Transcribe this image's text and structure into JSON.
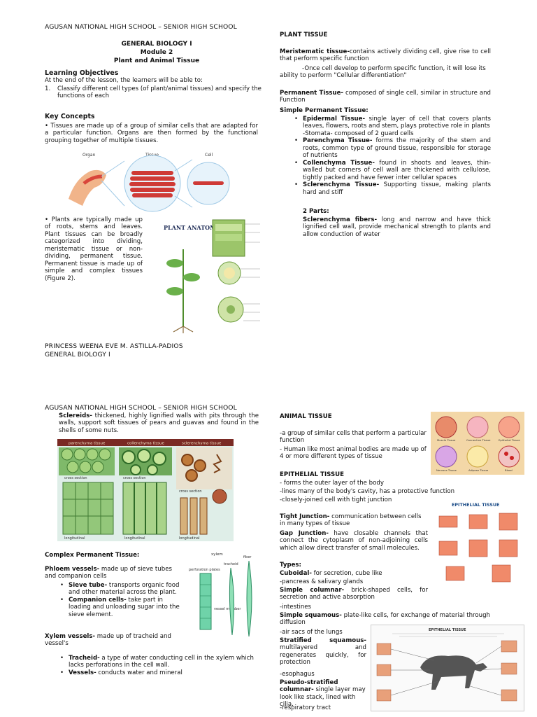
{
  "page1": {
    "school": "AGUSAN NATIONAL HIGH SCHOOL – SENIOR HIGH SCHOOL",
    "title1": "GENERAL BIOLOGY I",
    "title2": "Module 2",
    "title3": "Plant and Animal Tissue",
    "lo_heading": "Learning Objectives",
    "lo_intro": "At the end of the lesson, the learners will be able to:",
    "lo_item_num": "1.",
    "lo_item": "Classify different cell types (of plant/animal tissues) and specify the functions of each",
    "kc_heading": "Key Concepts",
    "kc_p1": "• Tissues are made up of a group of similar cells that are adapted for a particular function. Organs are then formed by the functional grouping together of multiple tissues.",
    "fig1_labels": [
      "Organ",
      "Tissue",
      "Cell"
    ],
    "kc_p2": "• Plants are typically made up of roots, stems and leaves. Plant tissues can be broadly categorized into dividing, meristematic tissue or non-dividing, permanent tissue. Permanent tissue is made up of simple and complex tissues (Figure 2).",
    "fig2_title": "PLANT ANATOMY",
    "author": "PRINCESS WEENA EVE M. ASTILLA-PADIOS",
    "subject": "GENERAL BIOLOGY I",
    "plant_tissue_heading": "PLANT TISSUE",
    "meristematic_term": "Meristematic tissue-",
    "meristematic_def": "contains actively dividing cell, give rise to cell that perform specific function",
    "meristematic_def2": "-Once cell develop to perform specific function, it will lose its ability to perform \"Cellular differentiation\"",
    "permanent_term": "Permanent Tissue-",
    "permanent_def": " composed of single cell, similar in structure and Function",
    "simple_heading": "Simple Permanent Tissue:",
    "simple_items": [
      {
        "term": "Epidermal Tissue-",
        "def": " single layer of cell that covers plants leaves, flowers, roots and stem, plays protective role in plants",
        "extra": "-Stomata- composed of 2 guard cells"
      },
      {
        "term": "Parenchyma Tissue-",
        "def": " forms the majority of the stem and roots, common type of ground tissue, responsible for storage of nutrients",
        "extra": ""
      },
      {
        "term": "Collenchyma Tissue-",
        "def": " found in shoots and leaves, thin-walled but corners of cell wall are thickened with cellulose, tightly packed and have fewer inter cellular spaces",
        "extra": ""
      },
      {
        "term": "Sclerenchyma Tissue-",
        "def": " Supporting tissue, making plants hard and stiff",
        "extra": ""
      }
    ],
    "two_parts": "2 Parts:",
    "sclerenchyma_fibers_term": "Sclerenchyma fibers-",
    "sclerenchyma_fibers_def": " long and narrow and have thick lignified cell wall, provide mechanical strength to plants and allow conduction of water"
  },
  "page2": {
    "school": "AGUSAN NATIONAL HIGH SCHOOL – SENIOR HIGH SCHOOL",
    "sclereids_term": "Sclereids-",
    "sclereids_def": " thickened, highly lignified walls with pits through the walls, support soft tissues of pears and guavas and found in the shells of some nuts.",
    "fig3_headers": [
      "parenchyma tissue",
      "collenchyma tissue",
      "sclerenchyma tissue"
    ],
    "fig3_sublabels": [
      "cross section",
      "cross section",
      "cross section",
      "longitudinal",
      "longitudinal",
      "longitudinal"
    ],
    "complex_heading": "Complex Permanent Tissue:",
    "phloem_term": "Phloem vessels-",
    "phloem_def": " made up of sieve tubes and companion cells",
    "phloem_items": [
      {
        "term": "Sieve tube-",
        "def": " transports organic food and other material across the plant."
      },
      {
        "term": "Companion cells-",
        "def": " take part in loading and unloading sugar into the sieve element."
      }
    ],
    "xylem_term": "Xylem vessels-",
    "xylem_def": " made up of tracheid and vessel's",
    "xylem_items": [
      {
        "term": "Tracheid-",
        "def": " a type of water conducting cell in the xylem which lacks perforations in the cell wall."
      },
      {
        "term": "Vessels-",
        "def": " conducts water and mineral"
      }
    ],
    "fig4_labels": [
      "xylem",
      "tracheid",
      "fiber",
      "perforation plates",
      "vessel member"
    ],
    "animal_heading": "ANIMAL TISSUE",
    "animal_p1": "-a group of similar cells that perform a particular function",
    "animal_p2": "- Human like most animal bodies are made up of 4 or more different types of tissue",
    "fig5_labels": [
      "Muscle Tissue",
      "Connective Tissue",
      "Epithelial Tissue",
      "Nervous Tissue",
      "Adipose Tissue",
      "Blood"
    ],
    "epithelial_heading": "EPITHELIAL TISSUE",
    "epithelial_lines": [
      "- forms the outer layer of the body",
      "-lines many of the body's cavity, has a protective function",
      "-closely-joined cell with tight junction"
    ],
    "tight_term": "Tight Junction-",
    "tight_def": " communication between cells in many types of tissue",
    "gap_term": "Gap Junction-",
    "gap_def": " have closable channels that connect the cytoplasm of non-adjoining cells which allow direct transfer of small molecules.",
    "fig6_title": "EPITHELIAL TISSUE",
    "types_heading": "Types:",
    "cuboidal_term": "Cuboidal-",
    "cuboidal_def": " for secretion, cube like",
    "cuboidal_ex": "-pancreas & salivary glands",
    "simcol_term": "Simple columnar-",
    "simcol_def": " brick-shaped cells, for secretion and active absorption",
    "simcol_ex": "-intestines",
    "simsq_term": "Simple squamous-",
    "simsq_def": " plate-like cells, for exchange of material through diffusion",
    "simsq_ex": "-air sacs of the lungs",
    "strat_term": "Stratified squamous-",
    "strat_def": " multilayered and regenerates quickly, for protection",
    "strat_ex": "-esophagus",
    "pseudo_term": "Pseudo-stratified columnar-",
    "pseudo_def": " single layer may look like stack, lined with cilia.",
    "pseudo_ex": "-respiratory tract",
    "fig7_title": "EPITHELIAL TISSUE"
  }
}
